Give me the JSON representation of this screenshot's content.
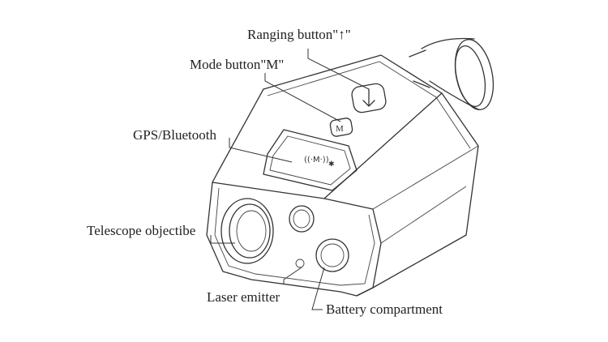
{
  "diagram": {
    "labels": {
      "ranging_button": "Ranging button\"↑\"",
      "mode_button": "Mode button\"M\"",
      "gps_bluetooth": "GPS/Bluetooth",
      "telescope": "Telescope objectibe",
      "laser": "Laser emitter",
      "battery": "Battery compartment"
    }
  }
}
